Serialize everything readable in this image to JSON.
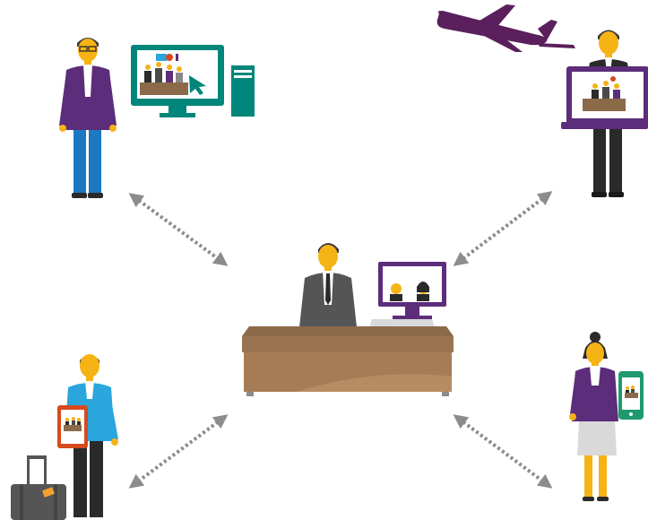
{
  "illustration": {
    "colors": {
      "skin": "#f6b316",
      "hair": "#3a3a3a",
      "purple": "#5c2d7a",
      "plane": "#5a1f5c",
      "teal": "#00867a",
      "blue": "#2aa6dc",
      "jeans": "#1c78c0",
      "dark_gray": "#4b4b4b",
      "black": "#2a2a2a",
      "desk_top": "#8b6a4a",
      "desk_front": "#a57c55",
      "arrow": "#8c8c8c",
      "tablet_red": "#d64a1e",
      "phone_green": "#1f9a6e",
      "suitcase": "#555555"
    },
    "nodes": [
      {
        "role": "office-worker-at-desktop"
      },
      {
        "role": "traveler-with-laptop"
      },
      {
        "role": "presenter-at-desk"
      },
      {
        "role": "commuter-with-tablet"
      },
      {
        "role": "woman-with-phone"
      }
    ]
  }
}
